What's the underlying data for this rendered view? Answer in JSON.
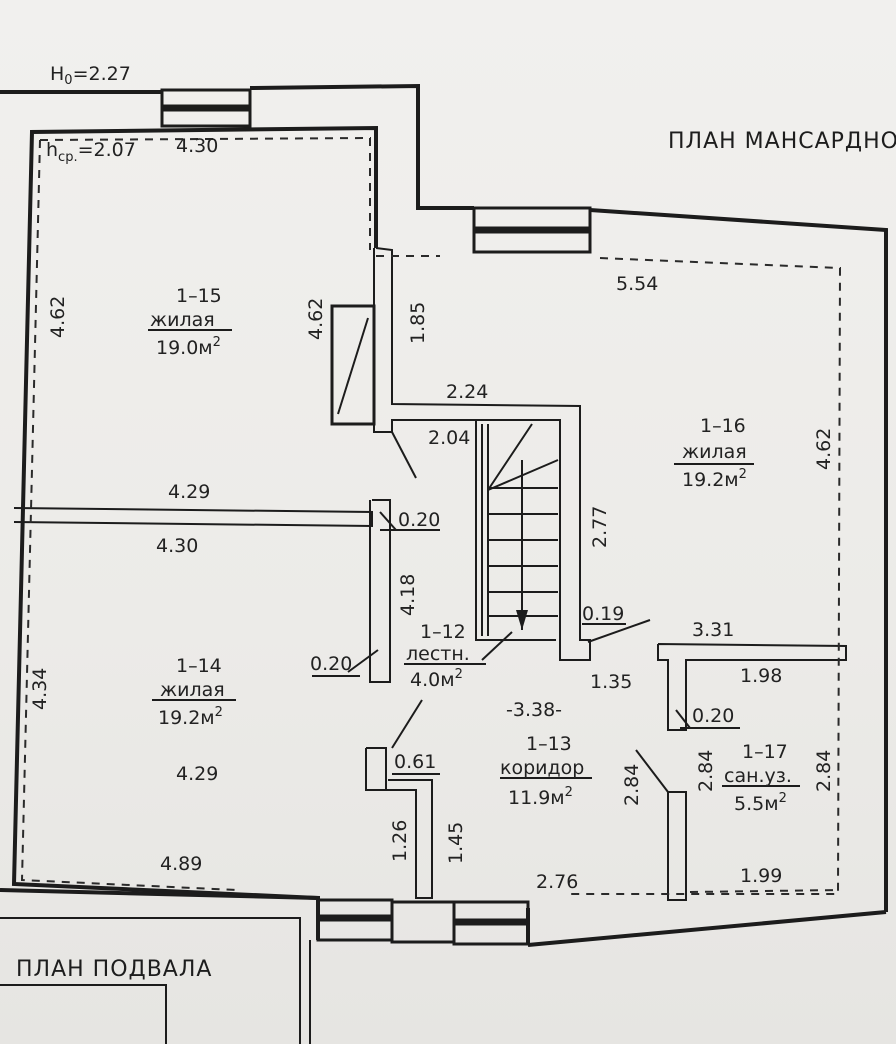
{
  "titles": {
    "attic_plan": "ПЛАН МАНСАРДНО",
    "basement_plan": "ПЛАН ПОДВАЛА",
    "h0": "H",
    "h0_sub": "0",
    "h0_val": "=2.27",
    "hcp": "h",
    "hcp_sub": "ср.",
    "hcp_val": "=2.07"
  },
  "rooms": {
    "r115": {
      "id": "1–15",
      "type": "жилая",
      "area": "19.0м",
      "exp": "2"
    },
    "r116": {
      "id": "1–16",
      "type": "жилая",
      "area": "19.2м",
      "exp": "2"
    },
    "r114": {
      "id": "1–14",
      "type": "жилая",
      "area": "19.2м",
      "exp": "2"
    },
    "r112": {
      "id": "1–12",
      "type": "лестн.",
      "area": "4.0м",
      "exp": "2"
    },
    "r113": {
      "id": "1–13",
      "type": "коридор",
      "area": "11.9м",
      "exp": "2"
    },
    "r117": {
      "id": "1–17",
      "type": "сан.уз.",
      "area": "5.5м",
      "exp": "2"
    }
  },
  "dims": {
    "d430a": "4.30",
    "d462a": "4.62",
    "d462b": "4.62",
    "d185": "1.85",
    "d554": "5.54",
    "d224": "2.24",
    "d204": "2.04",
    "d462c": "4.62",
    "d429a": "4.29",
    "d020a": "0.20",
    "d430b": "4.30",
    "d277": "2.77",
    "d418": "4.18",
    "d019": "0.19",
    "d331": "3.31",
    "d020b": "0.20",
    "d135": "1.35",
    "d198": "1.98",
    "d434": "4.34",
    "d338": "-3.38-",
    "d020c": "0.20",
    "d061": "0.61",
    "d429b": "4.29",
    "d284a": "2.84",
    "d284b": "2.84",
    "d284c": "2.84",
    "d126": "1.26",
    "d145": "1.45",
    "d489": "4.89",
    "d276": "2.76",
    "d199": "1.99"
  }
}
